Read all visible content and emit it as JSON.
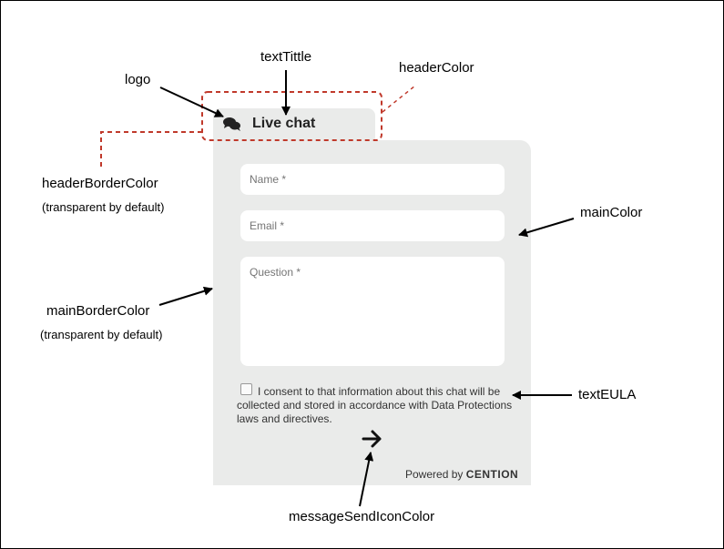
{
  "widget": {
    "title": "Live chat",
    "logo_icon": "chat-bubbles-icon",
    "name_placeholder": "Name *",
    "email_placeholder": "Email *",
    "question_placeholder": "Question *",
    "eula": "I consent to that information about this chat will be collected and stored in accordance with Data Protections laws and directives.",
    "send_icon": "arrow-right-icon",
    "powered_by": "Powered by",
    "brand": "CENTION",
    "colors": {
      "header": "#eaebea",
      "main": "#eaebea",
      "text": "#222222",
      "highlight": "#c0392b"
    }
  },
  "annotations": {
    "logo": "logo",
    "text_title": "textTittle",
    "header_color": "headerColor",
    "header_border_color": "headerBorderColor",
    "header_border_note": "(transparent by default)",
    "main_color": "mainColor",
    "main_border_color": "mainBorderColor",
    "main_border_note": "(transparent by default)",
    "text_eula": "textEULA",
    "message_send_icon_color": "messageSendIconColor"
  }
}
